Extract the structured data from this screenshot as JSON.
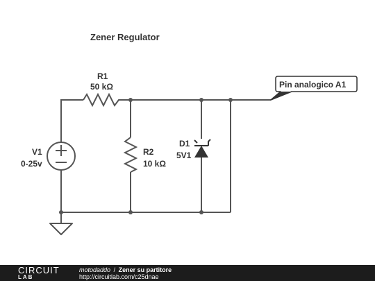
{
  "title": "Zener Regulator",
  "components": {
    "r1": {
      "ref": "R1",
      "value": "50 kΩ"
    },
    "r2": {
      "ref": "R2",
      "value": "10 kΩ"
    },
    "v1": {
      "ref": "V1",
      "value": "0-25v"
    },
    "d1": {
      "ref": "D1",
      "value": "5V1"
    }
  },
  "net_label": "Pin analogico A1",
  "footer": {
    "logo_top": "CIRCUIT",
    "logo_bottom": "LAB",
    "author": "motodaddo",
    "separator": "/",
    "project_title": "Zener su partitore",
    "url": "http://circuitlab.com/c25dnae"
  },
  "colors": {
    "wire": "#555555",
    "text": "#333333",
    "footer_bg": "#1c1c1c"
  }
}
